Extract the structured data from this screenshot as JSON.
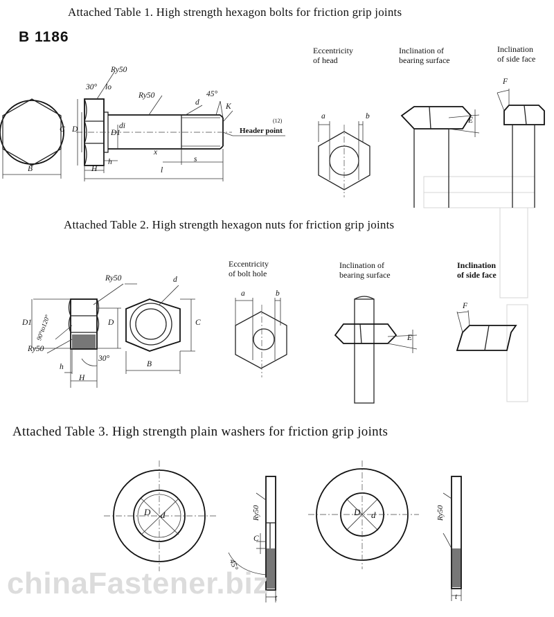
{
  "code": "B 1186",
  "tables": [
    {
      "title": "Attached Table 1.  High strength hexagon bolts for friction grip joints"
    },
    {
      "title": "Attached Table 2.  High strength hexagon nuts for friction grip joints"
    },
    {
      "title": "Attached Table 3.  High strength plain washers for friction grip joints"
    }
  ],
  "bolt": {
    "captions": {
      "eccentricity": [
        "Eccentricity",
        "of head"
      ],
      "bearing": [
        "Inclination of",
        "bearing surface"
      ],
      "side": [
        "Inclination",
        "of side face"
      ]
    },
    "labels": {
      "ry1": "Ry50",
      "ry2": "Ry50",
      "angle30": "30°",
      "angle45": "45°",
      "lo": "lo",
      "d": "d",
      "k": "K",
      "c": "C",
      "dd": "D",
      "d1": "D1",
      "di": "di",
      "b": "B",
      "h_cap": "H",
      "h": "h",
      "x": "x",
      "l": "l",
      "s": "s",
      "a": "a",
      "b_small": "b",
      "e": "E",
      "f": "F",
      "header_point": "Header point",
      "header_note": "(12)"
    }
  },
  "nut": {
    "captions": {
      "eccentricity": [
        "Eccentricity",
        "of bolt hole"
      ],
      "bearing": [
        "Inclination of",
        "bearing surface"
      ],
      "side": [
        "Inclination",
        "of side face"
      ]
    },
    "labels": {
      "ry1": "Ry50",
      "ry2": "Ry50",
      "d": "d",
      "d1": "D1",
      "dd": "D",
      "c": "C",
      "angle": "90°to120°",
      "a30": "30°",
      "h": "h",
      "hcap": "H",
      "b": "B",
      "a": "a",
      "bsmall": "b",
      "e": "E",
      "f": "F"
    }
  },
  "washer": {
    "labels": {
      "d1": "D",
      "d2": "d",
      "ry1": "Ry50",
      "c": "C",
      "a45": "45°",
      "t1": "t",
      "d3": "D",
      "d4": "d",
      "ry2": "Ry50",
      "t2": "t"
    }
  },
  "watermark": "chinaFastener.biz"
}
